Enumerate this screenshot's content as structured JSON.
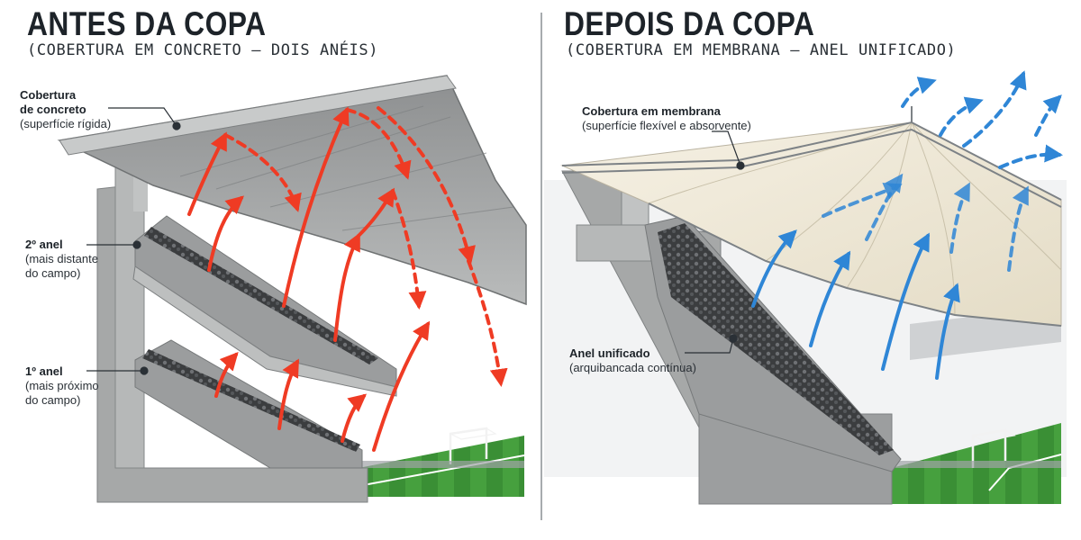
{
  "left": {
    "title": "ANTES DA COPA",
    "subtitle": "(COBERTURA EM CONCRETO – DOIS ANÉIS)",
    "labels": {
      "roof_title": "Cobertura",
      "roof_title2": "de concreto",
      "roof_sub": "(superfície rígida)",
      "ring2_title": "2º anel",
      "ring2_sub1": "(mais distante",
      "ring2_sub2": "do campo)",
      "ring1_title": "1º anel",
      "ring1_sub1": "(mais próximo",
      "ring1_sub2": "do campo)"
    }
  },
  "right": {
    "title": "DEPOIS DA COPA",
    "subtitle": "(COBERTURA EM MEMBRANA – ANEL UNIFICADO)",
    "labels": {
      "roof_title": "Cobertura em membrana",
      "roof_sub": "(superfície flexível e absorvente)",
      "ring_title": "Anel unificado",
      "ring_sub": "(arquibancada contínua)"
    }
  },
  "colors": {
    "sound_reflected": "#ef3b24",
    "sound_escaping": "#2f86d6",
    "concrete": "#a9abab",
    "membrane": "#f1ead8",
    "pitch": "#3f9a3a",
    "divider": "#8a8f94"
  }
}
